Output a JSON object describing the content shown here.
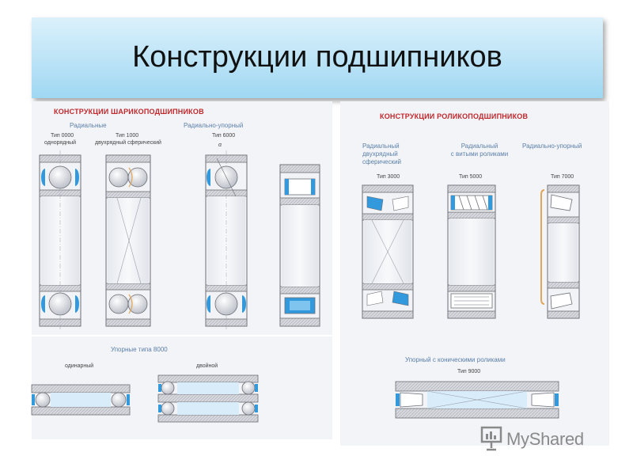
{
  "title": "Конструкции подшипников",
  "ball_section": {
    "heading": "КОНСТРУКЦИИ ШАРИКОПОДШИПНИКОВ",
    "group_radial": "Радиальные",
    "group_angular": "Радиально-упорный",
    "type_0000": [
      "Тип 0000",
      "однорядный"
    ],
    "type_1000": [
      "Тип 1000",
      "двухрядный сферический"
    ],
    "type_6000": "Тип 6000",
    "angle_mark": "α"
  },
  "roller_section": {
    "heading": "КОНСТРУКЦИИ РОЛИКОПОДШИПНИКОВ",
    "group_spherical": [
      "Радиальный",
      "двухрядный",
      "сферический"
    ],
    "group_twisted": [
      "Радиальный",
      "с витыми роликами"
    ],
    "group_tapered": "Радиально-упорный",
    "type_3000": "Тип 3000",
    "type_5000": "Тип 5000",
    "type_7000": "Тип 7000"
  },
  "thrust_section": {
    "heading": "Упорные типа 8000",
    "single": "одинарный",
    "double": "двойной"
  },
  "thrust_roller_section": {
    "heading": "Упорный с коническими роликами",
    "type_9000": "Тип 9000"
  },
  "watermark": "MyShared",
  "colors": {
    "accent_red": "#c0282b",
    "label_blue": "#5a7fa8",
    "ring_gray": "#d2d4d9",
    "seal_blue": "#3399dd"
  }
}
